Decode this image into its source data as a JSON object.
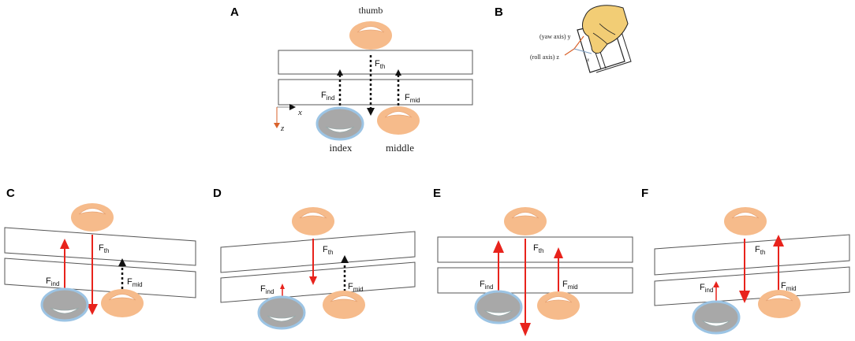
{
  "panels": {
    "a": "A",
    "b": "B",
    "c": "C",
    "d": "D",
    "e": "E",
    "f": "F"
  },
  "panel_a": {
    "thumb": "thumb",
    "index": "index",
    "middle": "middle",
    "axis_x": "x",
    "axis_z": "z"
  },
  "panel_b": {
    "yaw": "(yaw axis) y",
    "roll": "(roll axis) z",
    "x": "x"
  },
  "forces": {
    "F": "F",
    "th": "th",
    "ind": "ind",
    "mid": "mid"
  },
  "colors": {
    "finger_orange": "#f6bb8b",
    "finger_gray": "#a8a8a8",
    "finger_gray_outline": "#9cc4e4",
    "force_red": "#e8231c",
    "force_black": "#111111",
    "axis_orange": "#d9622b"
  }
}
